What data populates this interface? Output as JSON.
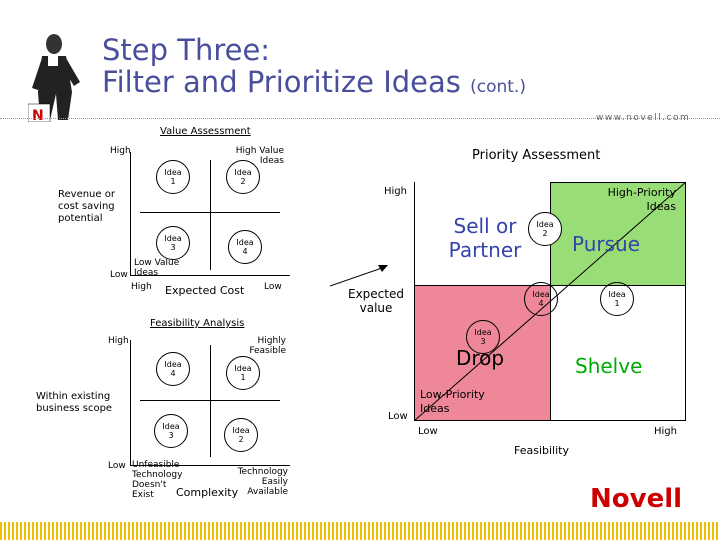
{
  "header": {
    "title_line1": "Step Three:",
    "title_line2": "Filter and Prioritize Ideas",
    "title_suffix": "(cont.)",
    "url": "www.novell.com",
    "colors": {
      "title": "#4a4f9c",
      "accent_red": "#cc0000",
      "footer_bar": "#f0c000"
    }
  },
  "value_assessment": {
    "title": "Value Assessment",
    "y_high": "High",
    "y_low": "Low",
    "y_label": "Revenue or cost saving potential",
    "tr_label": "High Value Ideas",
    "bl_label": "Low Value Ideas",
    "x_high": "High",
    "x_label": "Expected Cost",
    "x_low": "Low",
    "ideas": [
      "Idea 1",
      "Idea 2",
      "Idea 3",
      "Idea 4"
    ]
  },
  "feasibility_analysis": {
    "title": "Feasibility Analysis",
    "y_high": "High",
    "y_low": "Low",
    "y_label": "Within existing business scope",
    "tr_label": "Highly Feasible",
    "bl_label": "Unfeasible Technology Doesn't Exist",
    "x_label": "Complexity",
    "br_label": "Technology Easily Available",
    "ideas": [
      "Idea 4",
      "Idea 1",
      "Idea 3",
      "Idea 2"
    ]
  },
  "priority_assessment": {
    "title": "Priority Assessment",
    "y_high": "High",
    "y_label": "Expected value",
    "y_low": "Low",
    "x_low": "Low",
    "x_high": "High",
    "x_label": "Feasibility",
    "quadrants": {
      "top_left": "Sell or Partner",
      "top_right": "Pursue",
      "bottom_left": "Drop",
      "bottom_right": "Shelve"
    },
    "high_priority": "High-Priority Ideas",
    "low_priority": "Low-Priority Ideas",
    "ideas": [
      "Idea 2",
      "Idea 4",
      "Idea 1",
      "Idea 3"
    ],
    "colors": {
      "pursue": "#99dd77",
      "drop": "#ee8899",
      "shelve": "#00aa00",
      "sell": "#3344aa"
    }
  },
  "footer": {
    "logo": "Novell"
  }
}
